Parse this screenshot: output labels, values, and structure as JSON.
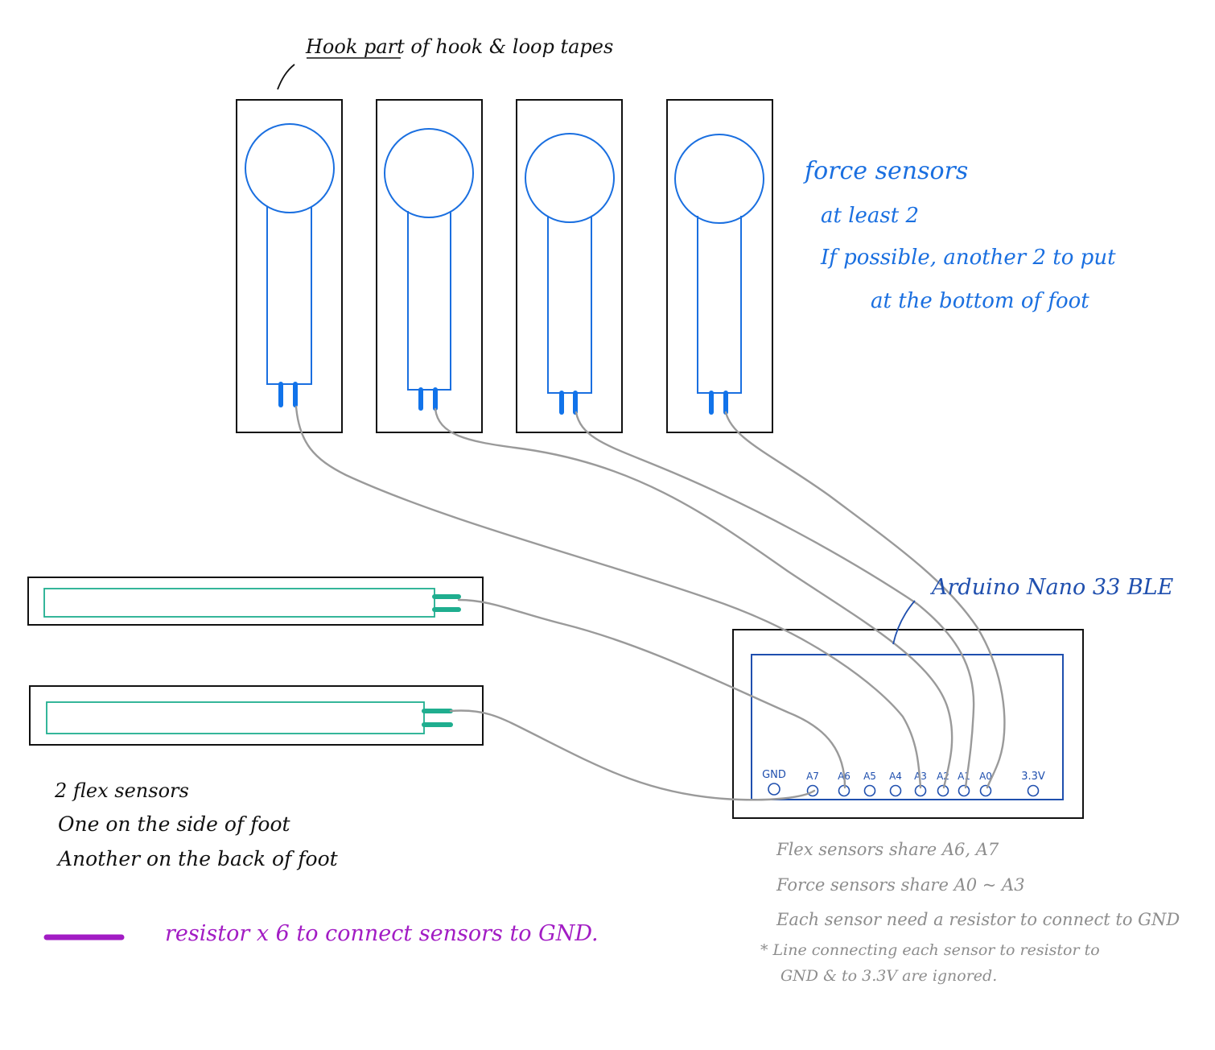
{
  "colors": {
    "outline": "#111111",
    "force_sensor": "#1a6fe0",
    "force_pins": "#1173ea",
    "flex_sensor": "#1fae8f",
    "wire": "#9a9a9a",
    "board": "#1f4fae",
    "note_gray": "#8d8d8d",
    "resistor": "#a21cc4"
  },
  "labels": {
    "hook_tape": "Hook part of hook & loop tapes",
    "force_title": "force sensors",
    "force_line1": "at least 2",
    "force_line2": "If possible, another 2 to put",
    "force_line3": "at the bottom of foot",
    "board_title": "Arduino Nano 33 BLE",
    "flex_line1": "2 flex sensors",
    "flex_line2": "One on the side of foot",
    "flex_line3": "Another on the back of foot",
    "resistor_legend": "resistor x 6 to connect sensors to GND."
  },
  "pins": [
    "GND",
    "A7",
    "A6",
    "A5",
    "A4",
    "A3",
    "A2",
    "A1",
    "A0",
    "3.3V"
  ],
  "notes": [
    "Flex sensors share A6, A7",
    "Force sensors share A0 ~ A3",
    "Each sensor need a resistor to connect to GND",
    "* Line connecting each sensor to resistor to",
    "GND & to 3.3V are ignored."
  ]
}
